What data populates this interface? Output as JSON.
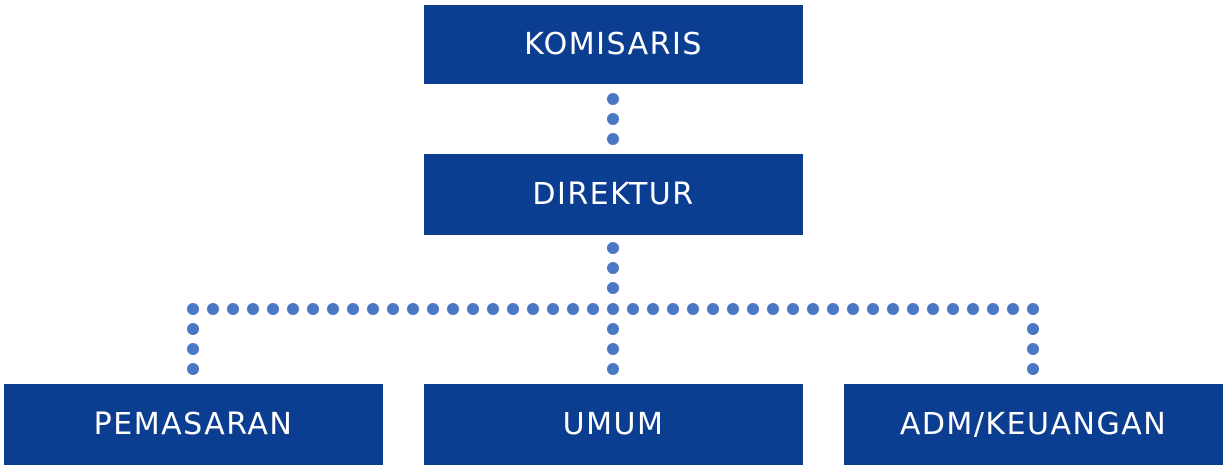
{
  "colors": {
    "box_fill": "#0b3d91",
    "box_text": "#ffffff",
    "connector_dot": "#4a78c4"
  },
  "org": {
    "top": "KOMISARIS",
    "middle": "DIREKTUR",
    "children": [
      "PEMASARAN",
      "UMUM",
      "ADM/KEUANGAN"
    ]
  }
}
